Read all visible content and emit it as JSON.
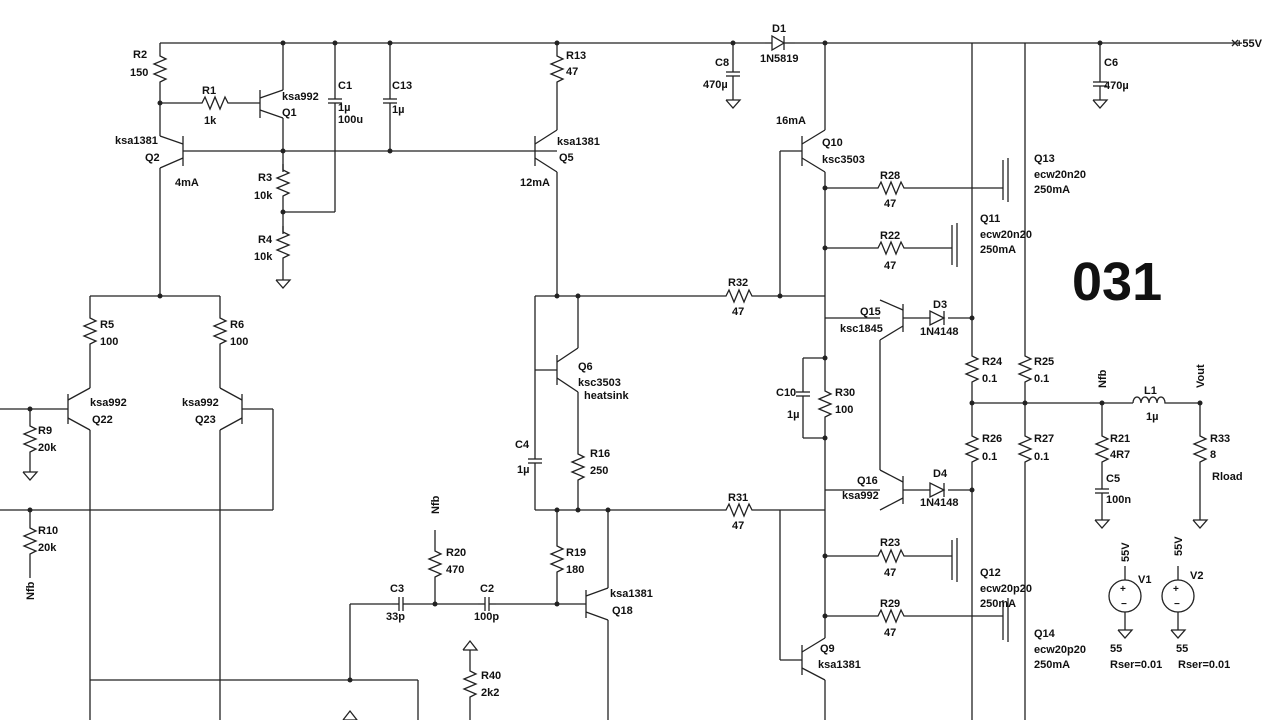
{
  "page_number": "031",
  "rails": {
    "pos": "+55V",
    "net_nfb": "Nfb",
    "net_vout": "Vout"
  },
  "components": {
    "R1": {
      "ref": "R1",
      "value": "1k"
    },
    "R2": {
      "ref": "R2",
      "value": "150"
    },
    "R3": {
      "ref": "R3",
      "value": "10k"
    },
    "R4": {
      "ref": "R4",
      "value": "10k"
    },
    "R5": {
      "ref": "R5",
      "value": "100"
    },
    "R6": {
      "ref": "R6",
      "value": "100"
    },
    "R9": {
      "ref": "R9",
      "value": "20k"
    },
    "R10": {
      "ref": "R10",
      "value": "20k"
    },
    "R13": {
      "ref": "R13",
      "value": "47"
    },
    "R16": {
      "ref": "R16",
      "value": "250"
    },
    "R19": {
      "ref": "R19",
      "value": "180"
    },
    "R20": {
      "ref": "R20",
      "value": "470"
    },
    "R21": {
      "ref": "R21",
      "value": "4R7"
    },
    "R22": {
      "ref": "R22",
      "value": "47"
    },
    "R23": {
      "ref": "R23",
      "value": "47"
    },
    "R24": {
      "ref": "R24",
      "value": "0.1"
    },
    "R25": {
      "ref": "R25",
      "value": "0.1"
    },
    "R26": {
      "ref": "R26",
      "value": "0.1"
    },
    "R27": {
      "ref": "R27",
      "value": "0.1"
    },
    "R28": {
      "ref": "R28",
      "value": "47"
    },
    "R29": {
      "ref": "R29",
      "value": "47"
    },
    "R30": {
      "ref": "R30",
      "value": "100"
    },
    "R31": {
      "ref": "R31",
      "value": "47"
    },
    "R32": {
      "ref": "R32",
      "value": "47"
    },
    "R33": {
      "ref": "R33",
      "value": "8",
      "extra": "Rload"
    },
    "R40": {
      "ref": "R40",
      "value": "2k2"
    },
    "C1": {
      "ref": "C1",
      "value": "1µ",
      "value2": "100u"
    },
    "C2": {
      "ref": "C2",
      "value": "100p"
    },
    "C3": {
      "ref": "C3",
      "value": "33p"
    },
    "C4": {
      "ref": "C4",
      "value": "1µ"
    },
    "C5": {
      "ref": "C5",
      "value": "100n"
    },
    "C6": {
      "ref": "C6",
      "value": "470µ"
    },
    "C8": {
      "ref": "C8",
      "value": "470µ"
    },
    "C10": {
      "ref": "C10",
      "value": "1µ"
    },
    "C13": {
      "ref": "C13",
      "value": "1µ"
    },
    "L1": {
      "ref": "L1",
      "value": "1µ"
    },
    "D1": {
      "ref": "D1",
      "value": "1N5819"
    },
    "D3": {
      "ref": "D3",
      "value": "1N4148"
    },
    "D4": {
      "ref": "D4",
      "value": "1N4148"
    },
    "Q1": {
      "ref": "Q1",
      "model": "ksa992"
    },
    "Q2": {
      "ref": "Q2",
      "model": "ksa1381",
      "current": "4mA"
    },
    "Q5": {
      "ref": "Q5",
      "model": "ksa1381",
      "current": "12mA"
    },
    "Q6": {
      "ref": "Q6",
      "model": "ksc3503",
      "note": "heatsink"
    },
    "Q9": {
      "ref": "Q9",
      "model": "ksa1381"
    },
    "Q10": {
      "ref": "Q10",
      "model": "ksc3503",
      "current": "16mA"
    },
    "Q11": {
      "ref": "Q11",
      "model": "ecw20n20",
      "current": "250mA"
    },
    "Q12": {
      "ref": "Q12",
      "model": "ecw20p20",
      "current": "250mA"
    },
    "Q13": {
      "ref": "Q13",
      "model": "ecw20n20",
      "current": "250mA"
    },
    "Q14": {
      "ref": "Q14",
      "model": "ecw20p20",
      "current": "250mA"
    },
    "Q15": {
      "ref": "Q15",
      "model": "ksc1845"
    },
    "Q16": {
      "ref": "Q16",
      "model": "ksa992"
    },
    "Q18": {
      "ref": "Q18",
      "model": "ksa1381"
    },
    "Q22": {
      "ref": "Q22",
      "model": "ksa992"
    },
    "Q23": {
      "ref": "Q23",
      "model": "ksa992"
    },
    "V1": {
      "ref": "V1",
      "value": "55",
      "label": "55V",
      "rser": "Rser=0.01"
    },
    "V2": {
      "ref": "V2",
      "value": "55",
      "label": "55V",
      "rser": "Rser=0.01"
    }
  }
}
